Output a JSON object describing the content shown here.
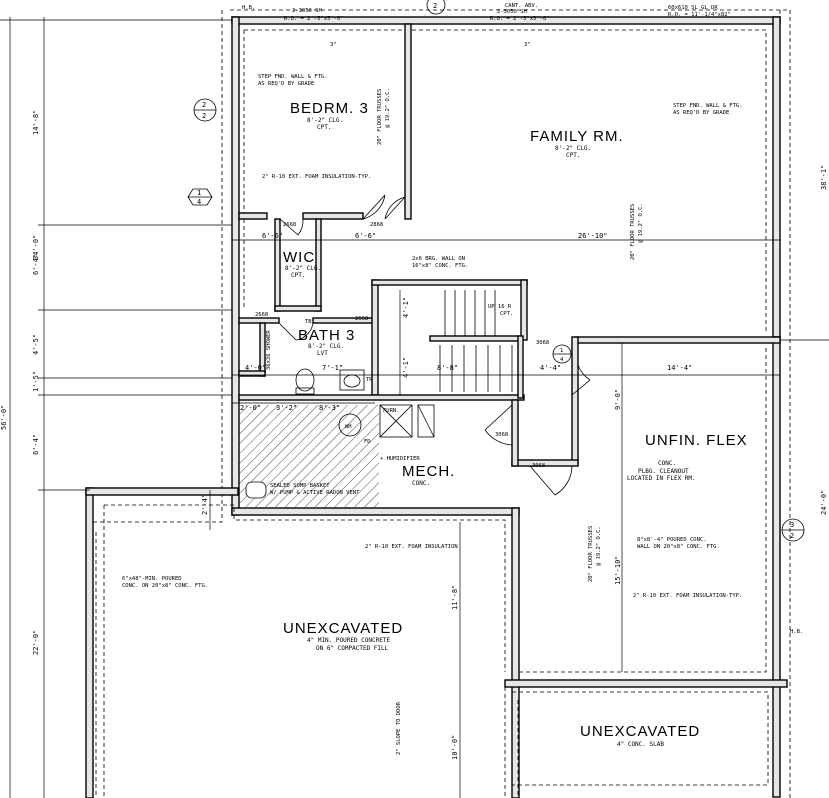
{
  "header": {
    "hb_top": "H.B.",
    "window_left": "2-3050 SH",
    "window_left_rough": "R.O. = 2'-5\"x5'-0\"",
    "section_tag": "2",
    "cant": "CANT. ABV.",
    "window_mid": "2-3050 SH",
    "window_mid_rough": "R.O. = 2'-5\"x5'-0\"",
    "slider": "60x610 SL GL DR",
    "slider_rough": "R.O. = 11'-1/4\"x82\""
  },
  "rooms": {
    "bedroom": {
      "name": "BEDRM. 3",
      "clg": "8'-2\" CLG.",
      "floor": "CPT."
    },
    "family": {
      "name": "FAMILY RM.",
      "clg": "8'-2\" CLG.",
      "floor": "CPT."
    },
    "wic": {
      "name": "WIC",
      "clg": "8'-2\" CLG.",
      "floor": "CPT."
    },
    "bath": {
      "name": "BATH 3",
      "clg": "8'-2\" CLG.",
      "floor": "LVT"
    },
    "mech": {
      "name": "MECH.",
      "floor": "CONC."
    },
    "flex": {
      "name": "UNFIN. FLEX",
      "floor": "CONC.",
      "note1": "PLBG. CLEANOUT",
      "note2": "LOCATED IN FLEX RM."
    },
    "unexc_left": {
      "name": "UNEXCAVATED",
      "note1": "4\" MIN. POURED CONCRETE",
      "note2": "ON 6\" COMPACTED FILL"
    },
    "unexc_right": {
      "name": "UNEXCAVATED",
      "note1": "4\" CONC. SLAB"
    }
  },
  "notes": {
    "step_fnd_left": "STEP FND. WALL & FTG.",
    "step_fnd_left2": "AS REQ'D BY GRADE",
    "step_fnd_right": "STEP FND. WALL & FTG.",
    "step_fnd_right2": "AS REQ'D BY GRADE",
    "foam_typ": "2\" R-10 EXT. FOAM INSULATION-TYP.",
    "foam_mid": "2\" R-10 EXT. FOAM INSULATION",
    "foam_typ_right": "2\" R-10 EXT. FOAM INSULATION-TYP.",
    "brg_wall": "2x6 BRG. WALL ON",
    "brg_wall2": "16\"x8\" CONC. FTG.",
    "stair": "UP 16 R",
    "stair2": "CPT.",
    "humidifier": "+ HUMIDIFIER",
    "furn": "FURN.",
    "wh": "WH",
    "fd": "FD",
    "sump": "SEALED SUMP BASKET",
    "sump2": "W/ PUMP & ACTIVE RADON VENT",
    "footing_left": "6\"x48\"-MIN. POURED",
    "footing_left2": "CONC. ON 20\"x8\" CONC. FTG.",
    "footing_right": "8\"x8'-4\" POURED CONC.",
    "footing_right2": "WALL ON 20\"x8\" CONC. FTG.",
    "slope": "2\" SLOPE TO DOOR",
    "hb_right": "H.B.",
    "tr": "TR",
    "tb": "TB",
    "shower": "36x36 SHOWER",
    "trusses_bed": "20\" FLOOR TRUSSES",
    "trusses_bed2": "@ 19.2\" O.C.",
    "trusses_fam": "20\" FLOOR TRUSSES",
    "trusses_fam2": "@ 19.2\" O.C.",
    "trusses_flex": "20\" FLOOR TRUSSES",
    "trusses_flex2": "@ 19.2\" O.C."
  },
  "doors": {
    "d1": "2668",
    "d2": "2868",
    "d3": "2668",
    "d4": "2668",
    "d5": "3068",
    "d6": "3068",
    "d7": "3068"
  },
  "tags": {
    "left_circle_top": "2",
    "left_circle_bottom": "2",
    "hex_top": "1",
    "hex_bottom": "4",
    "right_circle_top": "3",
    "right_circle_bottom": "2",
    "stair_tag_top": "1",
    "stair_tag_bottom": "4",
    "w_left_window": "3\"",
    "w_mid_window": "3\""
  },
  "dims": {
    "left_total": "34'-0\"",
    "left_14": "14'-8\"",
    "left_6a": "6'-4\"",
    "left_4": "4'-5\"",
    "left_1": "1'-5\"",
    "left_6b": "6'-4\"",
    "left_22": "22'-0\"",
    "left_edge": "56'-0\"",
    "h_66a": "6'-6\"",
    "h_66b": "6'-6\"",
    "h_2610": "26'-10\"",
    "h_40": "4'-0\"",
    "h_711": "7'-1\"",
    "h_20": "2'-0\"",
    "h_32": "3'-2\"",
    "h_83": "8'-3\"",
    "h_44": "4'-4\"",
    "h_144": "14'-4\"",
    "h_88": "8'-8\"",
    "v_41a": "4'-1\"",
    "v_41b": "4'-1\"",
    "v_24": "2'-4\"",
    "v_90": "9'-0\"",
    "v_1510": "15'-10\"",
    "v_118": "11'-8\"",
    "v_100": "10'-0\"",
    "right_top": "38'-1\"",
    "right_mid": "24'-0\""
  }
}
